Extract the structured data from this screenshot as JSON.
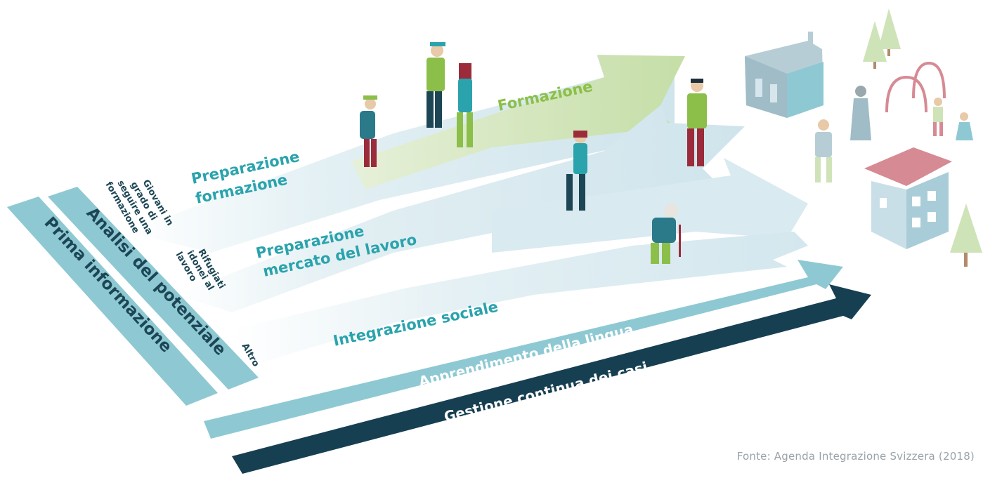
{
  "diagram": {
    "steps": {
      "prima_informazione": "Prima informazione",
      "analisi_potenziale": "Analisi del potenziale"
    },
    "groups": {
      "giovani": [
        "Giovani in",
        "grado di",
        "seguire una",
        "formazione"
      ],
      "rifugiati": [
        "Rifugiati",
        "idonei al",
        "lavoro"
      ],
      "altro": "Altro"
    },
    "tracks": {
      "preparazione_formazione": [
        "Preparazione",
        "formazione"
      ],
      "formazione": "Formazione",
      "preparazione_lavoro": [
        "Preparazione",
        "mercato del lavoro"
      ],
      "integrazione_sociale": "Integrazione sociale",
      "apprendimento_lingua": "Apprendimento della lingua",
      "gestione_casi": "Gestione continua dei casi"
    },
    "source": "Fonte: Agenda Integrazione Svizzera (2018)"
  },
  "colors": {
    "teal": "#8ec9d3",
    "teal_text": "#2aa3ad",
    "light_blue": "#d6eaf0",
    "green_band": "#cfe3b8",
    "green_text": "#8cbf4a",
    "navy": "#173f52",
    "white": "#ffffff"
  }
}
